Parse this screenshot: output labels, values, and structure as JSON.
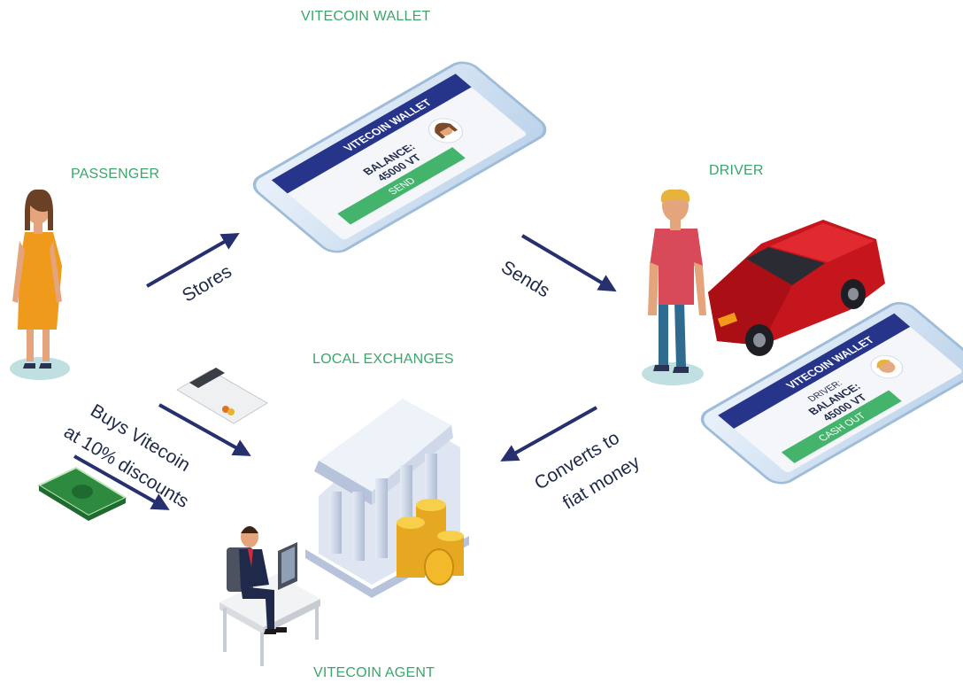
{
  "labels": {
    "wallet": "VITECOIN WALLET",
    "passenger": "PASSENGER",
    "driver": "DRIVER",
    "exchanges": "LOCAL EXCHANGES",
    "agent": "VITECOIN AGENT"
  },
  "flows": {
    "stores": "Stores",
    "sends": "Sends",
    "buys_line1": "Buys Vitecoin",
    "buys_line2": "at 10% discounts",
    "converts_line1": "Converts to",
    "converts_line2": "fiat money"
  },
  "phone_passenger": {
    "header": "VITECOIN WALLET",
    "balance_label": "BALANCE:",
    "balance_value": "45000 VT",
    "button": "SEND"
  },
  "phone_driver": {
    "header": "VITECOIN WALLET",
    "role": "DRIVER:",
    "balance_label": "BALANCE:",
    "balance_value": "45000 VT",
    "button": "CASH OUT"
  },
  "colors": {
    "label_green": "#3aa66a",
    "arrow_navy": "#26306e",
    "phone_header": "#26348a",
    "button_green": "#44b36b",
    "car_red": "#c4161c"
  }
}
